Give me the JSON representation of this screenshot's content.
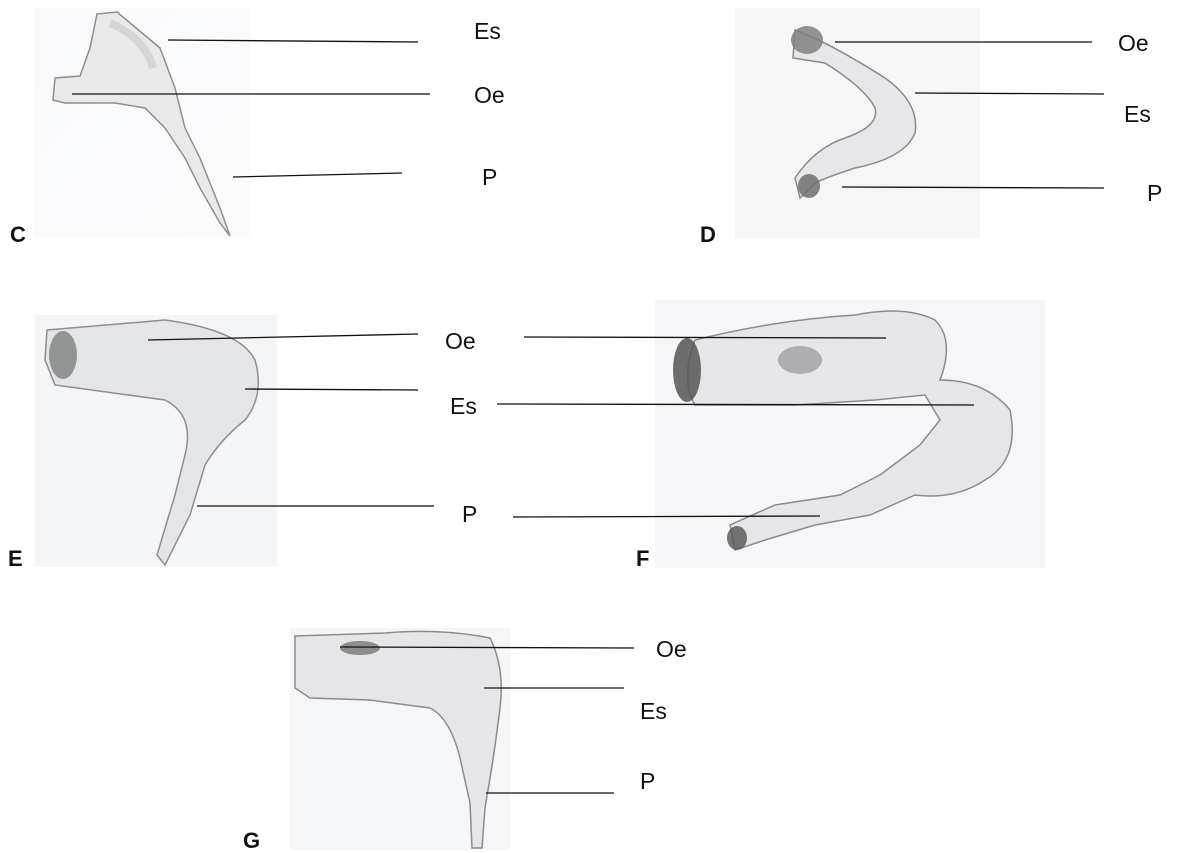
{
  "panels": {
    "C": {
      "letter": "C",
      "labels": [
        "Es",
        "Oe",
        "P"
      ]
    },
    "D": {
      "letter": "D",
      "labels": [
        "Oe",
        "Es",
        "P"
      ]
    },
    "E": {
      "letter": "E",
      "labels": [
        "Oe",
        "Es",
        "P"
      ]
    },
    "F": {
      "letter": "F"
    },
    "G": {
      "letter": "G",
      "labels": [
        "Oe",
        "Es",
        "P"
      ]
    }
  },
  "colors": {
    "pencil": "#9a9a9a",
    "sketch_fill": "#e8e8e8",
    "ink": "#111111"
  }
}
